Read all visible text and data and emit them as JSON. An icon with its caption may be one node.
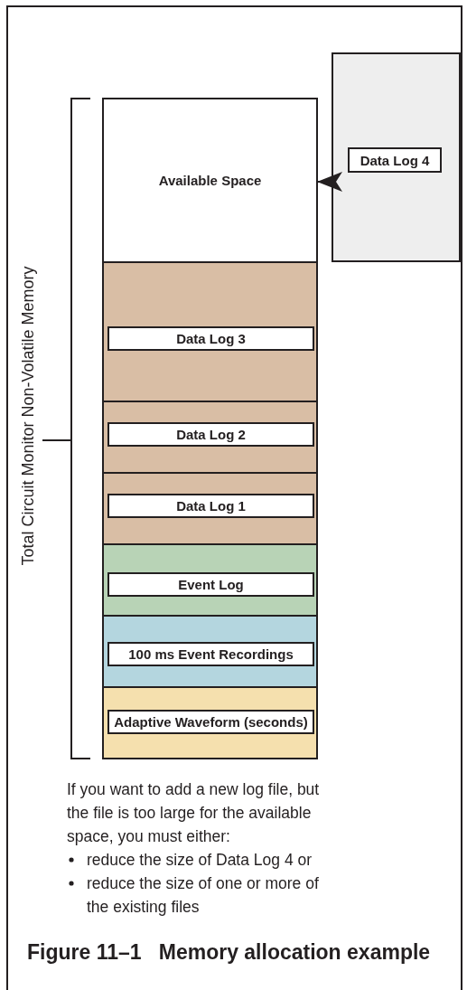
{
  "diagram": {
    "caption": "Figure 11–1   Memory allocation example",
    "nodes": [
      {
        "text": [
          "Available Space"
        ]
      },
      {
        "text": [],
        "shape": "box"
      },
      {
        "text": [
          "Data Log 4"
        ],
        "in": 1
      },
      {
        "text": [],
        "shape": "box"
      },
      {
        "text": [
          "Data Log 3"
        ],
        "in": 3
      },
      {
        "text": [],
        "shape": "box"
      },
      {
        "text": [
          "Data Log 2"
        ],
        "in": 5
      },
      {
        "text": [],
        "shape": "box"
      },
      {
        "text": [
          "Data Log 1"
        ],
        "in": 7
      },
      {
        "text": [],
        "shape": "box"
      },
      {
        "text": [
          "Event Log"
        ],
        "in": 9
      },
      {
        "text": [],
        "shape": "box"
      },
      {
        "text": [
          "100 ms Event Recordings"
        ],
        "in": 11
      },
      {
        "text": [],
        "shape": "box"
      },
      {
        "text": [
          "Adaptive Waveform (seconds)"
        ],
        "in": 13
      }
    ],
    "edges": [
      {
        "from": 1,
        "to": 0,
        "arrow": "to"
      }
    ],
    "labels": [
      "Total Circuit Monitor Non-Volatile Memory",
      "If you want to add a new log file, but the file is too large for the available space, you must either:",
      "reduce the size of Data Log 4 or",
      "reduce the size of one or more of the existing files"
    ]
  }
}
